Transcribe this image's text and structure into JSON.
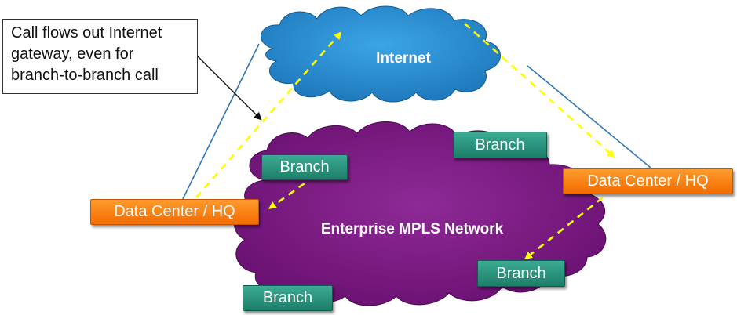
{
  "callout": {
    "lines": [
      "Call flows out Internet",
      "gateway, even for",
      "branch-to-branch call"
    ]
  },
  "clouds": {
    "internet_label": "Internet",
    "mpls_label": "Enterprise MPLS Network"
  },
  "nodes": {
    "dc_left": "Data Center / HQ",
    "dc_right": "Data Center / HQ",
    "branch_top_left": "Branch",
    "branch_top_right": "Branch",
    "branch_bottom_right": "Branch",
    "branch_bottom_left": "Branch"
  },
  "colors": {
    "internet_cloud": "#1f86c9",
    "mpls_cloud": "#7a1a82",
    "branch": "#2b9a82",
    "data_center": "#ff7f0e",
    "call_path": "#ffff00",
    "uplink": "#2e75b6"
  }
}
